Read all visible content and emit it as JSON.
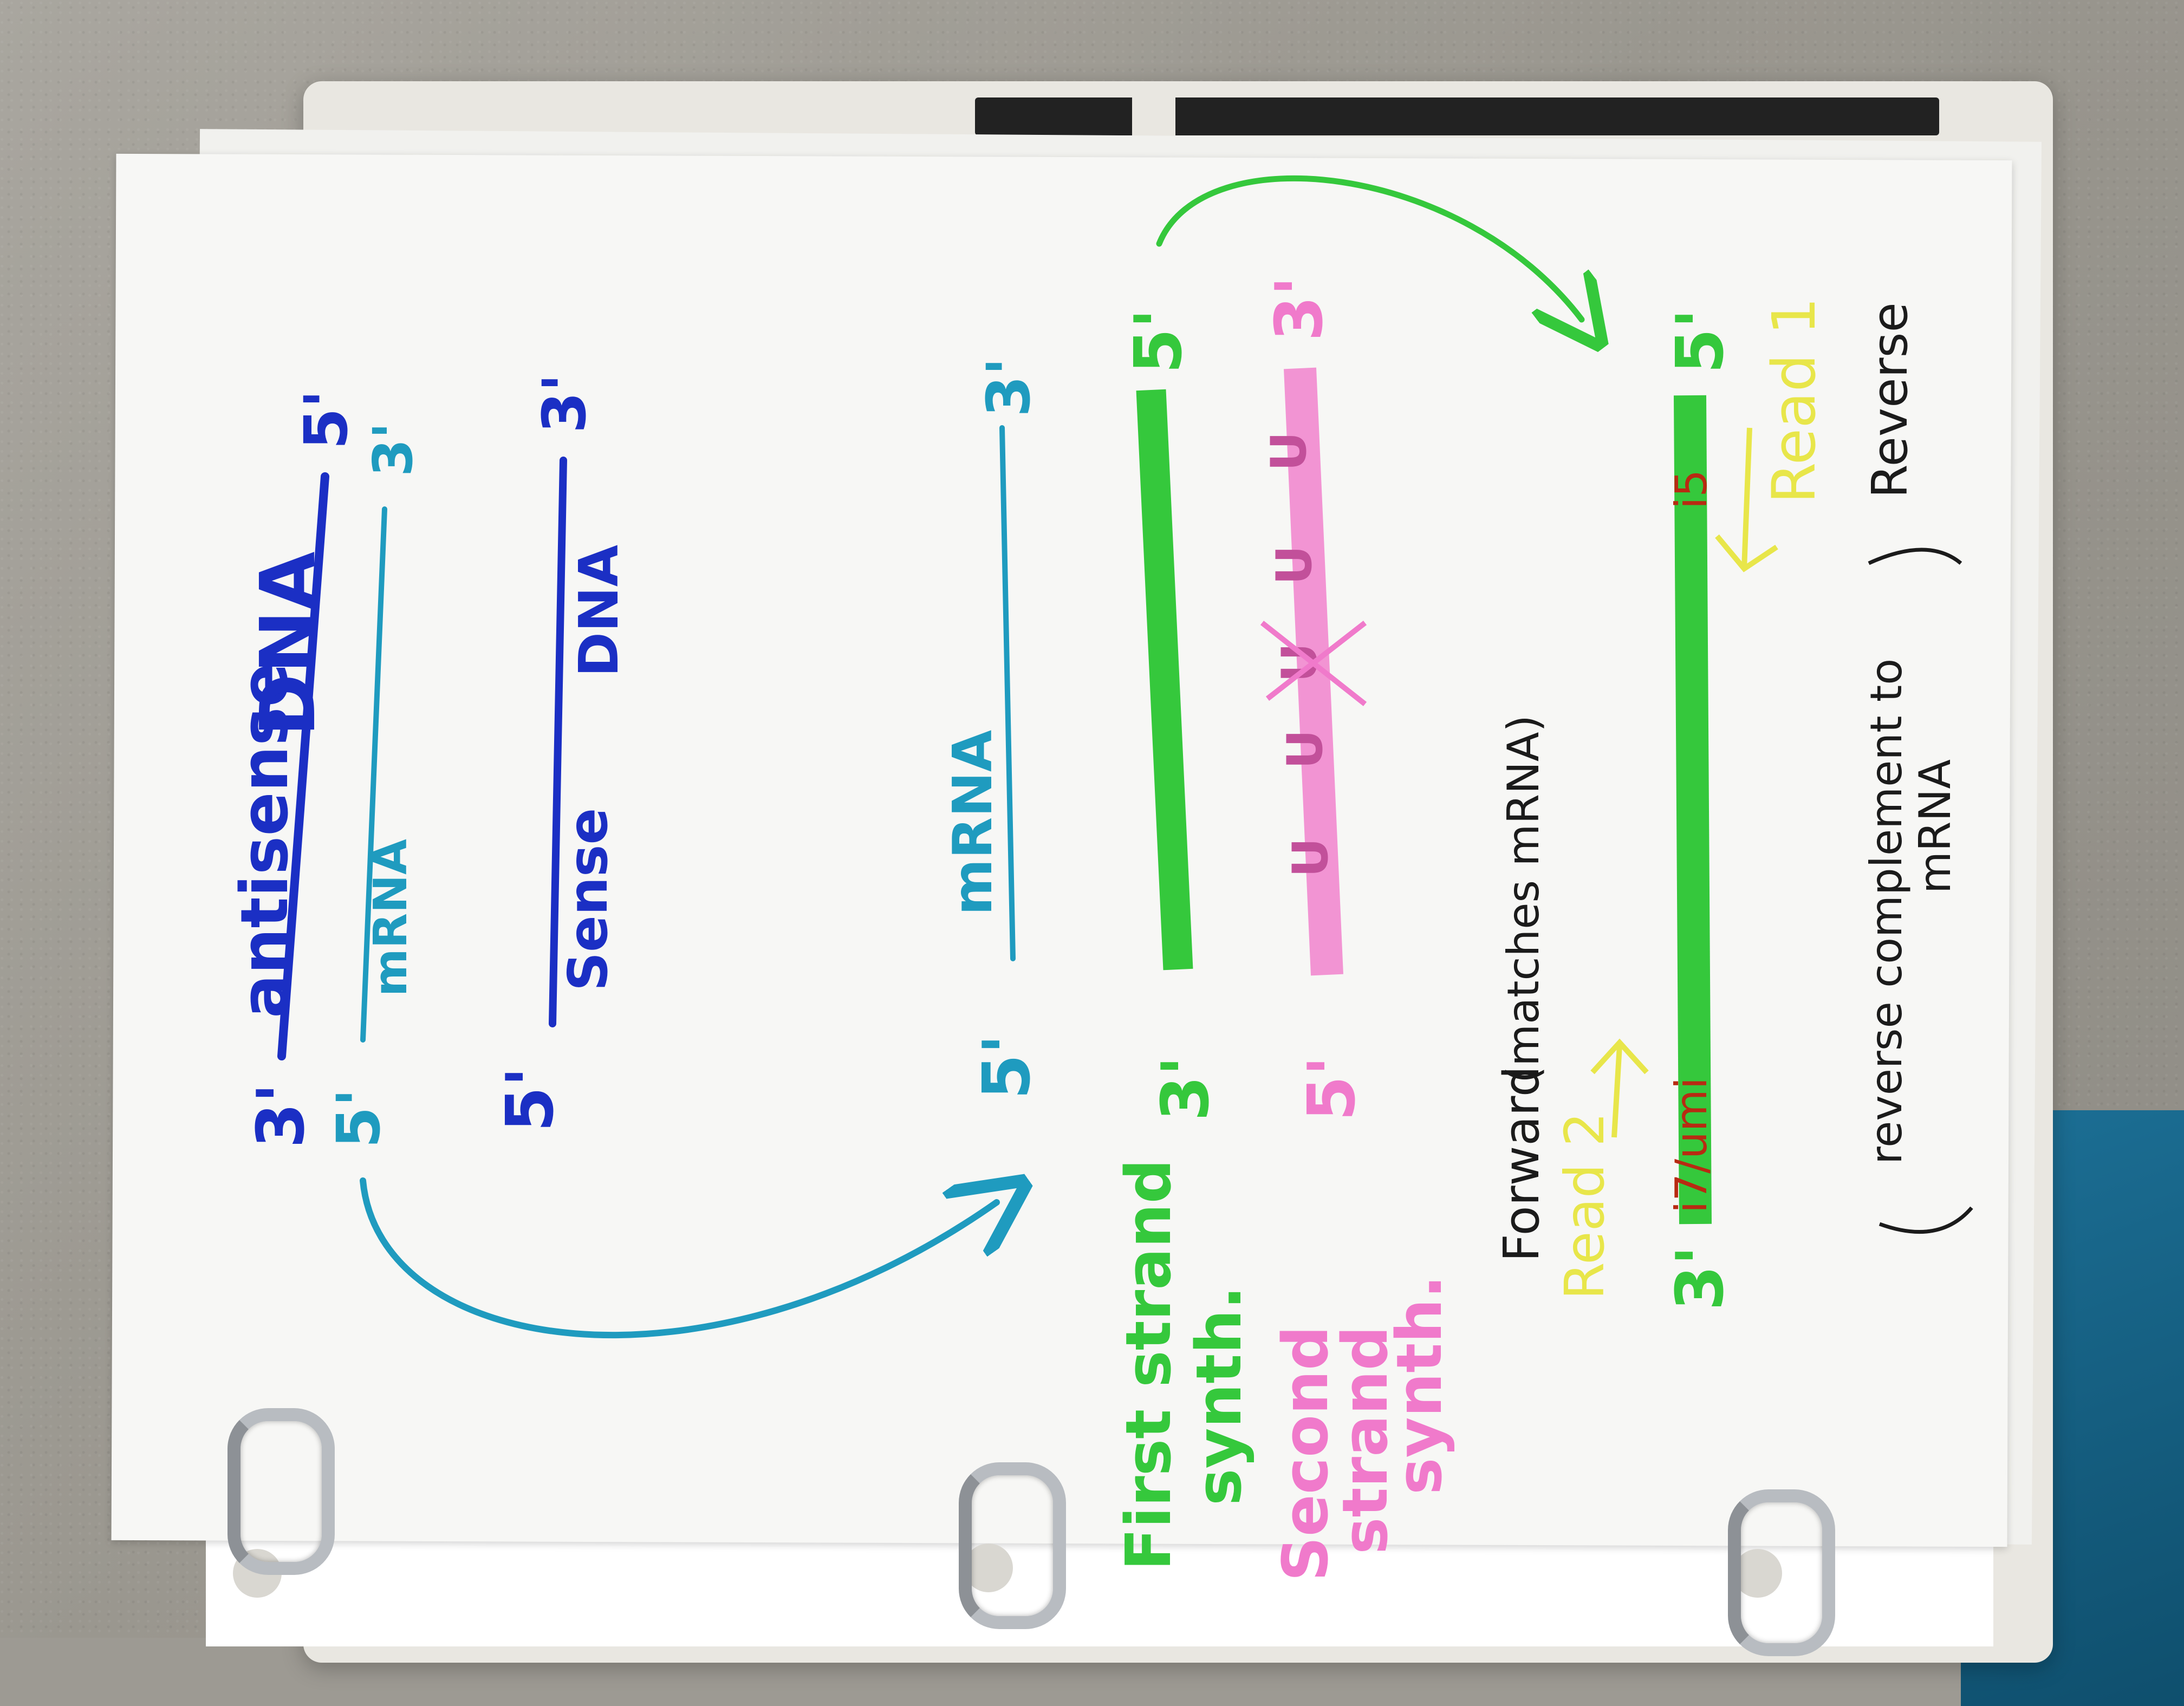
{
  "colors": {
    "blue": "#1b2fc4",
    "teal": "#1f9bbf",
    "green": "#35c83c",
    "pink": "#f07acb",
    "yellow": "#e8e64a",
    "red": "#b82a12",
    "black": "#1b1b1b"
  },
  "top_diagram": {
    "antisense_label": "antisense",
    "antisense_dna_label": "DNA",
    "antisense_left_end": "3'",
    "antisense_right_end": "5'",
    "mrna_label": "mRNA",
    "mrna_left_end": "5'",
    "mrna_right_end": "3'",
    "sense_label": "Sense",
    "sense_dna_label": "DNA",
    "sense_left_end": "5'",
    "sense_right_end": "3'"
  },
  "middle_mrna": {
    "label": "mRNA",
    "left_end": "5'",
    "right_end": "3'"
  },
  "first_strand": {
    "label_line1": "First strand",
    "label_line2": "synth.",
    "left_end": "3'",
    "right_end": "5'"
  },
  "second_strand": {
    "label_line1": "Second",
    "label_line2": "strand",
    "label_line3": "synth.",
    "left_end": "5'",
    "right_end": "3'",
    "marks": [
      "U",
      "U",
      "U",
      "U",
      "U"
    ]
  },
  "read_labels": {
    "forward": "Forward",
    "matches": "(matches mRNA)",
    "read2": "Read 2",
    "read1": "Read 1",
    "reverse": "Reverse",
    "reverse_complement_line1": "reverse complement to",
    "reverse_complement_line2": "mRNA"
  },
  "library": {
    "left_end": "3'",
    "right_end": "5'",
    "i7_umi": "i7/umi",
    "i5": "i5"
  }
}
